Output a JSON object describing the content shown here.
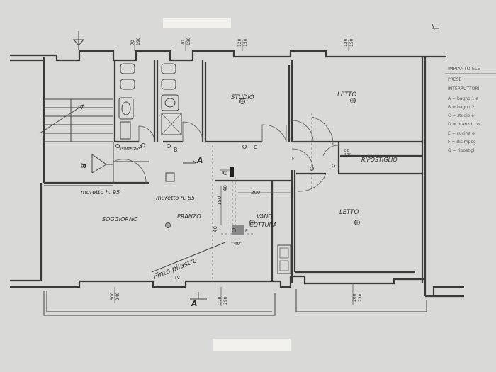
{
  "rooms": {
    "studio": "STUDIO",
    "letto_top": "LETTO",
    "letto_bottom": "LETTO",
    "ripostiglio": "RIPOSTIGLIO",
    "soggiorno": "SOGGIORNO",
    "pranzo": "PRANZO",
    "vano": "VANO",
    "cottura": "COTTURA",
    "disimpegno": "DISIMPEGNO"
  },
  "annotations": {
    "muretto_95": "muretto h. 95",
    "muretto_85": "muretto h. 85",
    "finto_pilastro": "Finto pilastro",
    "tv": "TV",
    "section_a1": "A",
    "section_a2": "A",
    "arrow_b": "B",
    "sym_a": "A",
    "sym_b": "B",
    "sym_c": "C",
    "sym_d": "D",
    "sym_e": "E",
    "sym_f": "F",
    "sym_g": "G"
  },
  "dimensions": {
    "d1_top": "70",
    "d1_bot": "190",
    "d2_top": "70",
    "d2_bot": "190",
    "d3_top": "120",
    "d3_bot": "150",
    "d4_top": "120",
    "d4_bot": "150",
    "rip_top": "80",
    "rip_bot": "210",
    "v40a": "40",
    "v150": "150",
    "h200": "200",
    "v40b": "40",
    "h40": "40",
    "w1_top": "300",
    "w1_bot": "240",
    "w2_top": "270",
    "w2_bot": "290",
    "w3_top": "200",
    "w3_bot": "230"
  },
  "legend": {
    "title": "IMPIANTO ELE",
    "prese": "PRESE",
    "interruttori": "INTERRUTTORI -",
    "items": [
      "A = bagno 1 e",
      "B = bagno 2",
      "C = studio e",
      "D = pranzo, co",
      "E = cucina e",
      "F = disimpeg",
      "G = ripostigli"
    ]
  }
}
